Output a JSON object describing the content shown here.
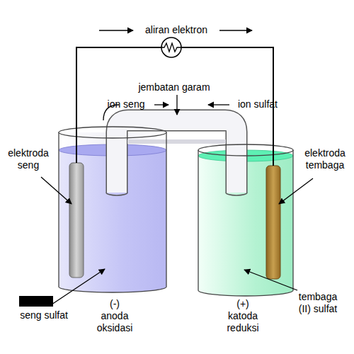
{
  "diagram": {
    "labels": [
      "aliran elektron",
      "jembatan garam",
      "ion seng",
      "ion sulfat",
      "elektroda seng",
      "elektroda tembaga",
      "seng sulfat",
      "(-) anoda oksidasi",
      "(+) katoda reduksi",
      "tembaga (II) sulfat"
    ]
  }
}
